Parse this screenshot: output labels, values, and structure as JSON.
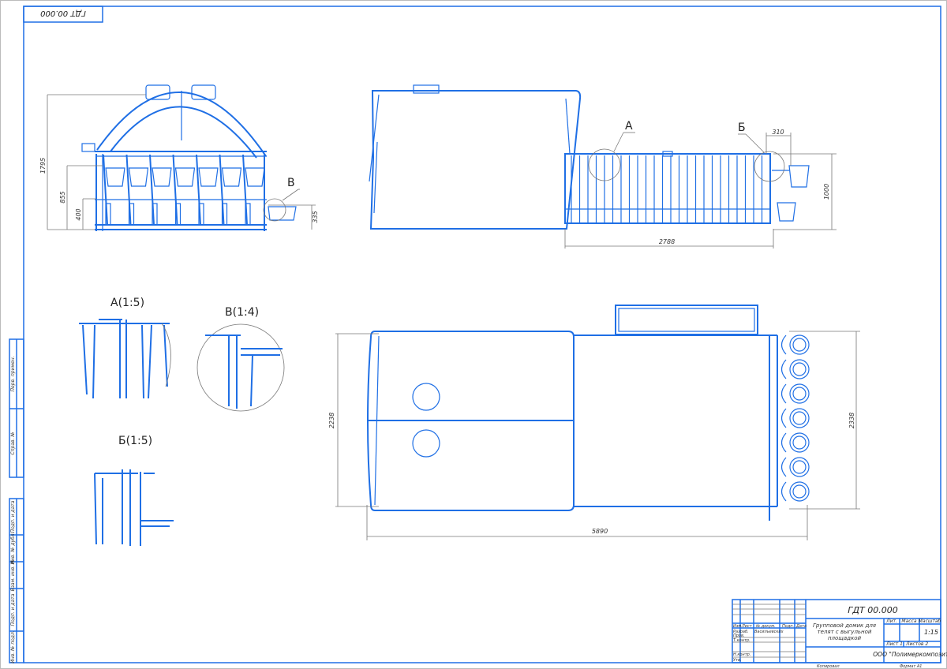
{
  "stamp_code": "ГДТ 00.000",
  "labels": {
    "A": "А",
    "B_cyr": "Б",
    "V": "В"
  },
  "views": {
    "detail_a": "А(1:5)",
    "detail_v": "В(1:4)",
    "detail_b": "Б(1:5)"
  },
  "dimensions": {
    "height_total": "1795",
    "height_855": "855",
    "height_400": "400",
    "height_335": "335",
    "length_2788": "2788",
    "width_310": "310",
    "height_1000": "1000",
    "width_2238": "2238",
    "width_2338": "2338",
    "length_5890": "5890"
  },
  "title_block": {
    "code": "ГДТ 00.000",
    "name_line1": "Групповой домик для",
    "name_line2": "телят с выгульной",
    "name_line3": "площадкой",
    "lit": "Лит.",
    "mass": "Масса",
    "scale_label": "Масштаб",
    "scale": "1:15",
    "sheet": "Лист   1",
    "sheets": "Листов   2",
    "company": "ООО \"Полимеркомпозит\"",
    "izm": "Изм.",
    "list": "Лист",
    "doc_no": "№ докум.",
    "sign": "Подп.",
    "date": "Дата",
    "developed": "Разраб.",
    "developer": "Васильевских",
    "checked": "Пров.",
    "tech_control": "Т.контр.",
    "norm_control": "Н.контр.",
    "approved": "Утв.",
    "copied": "Копировал",
    "format": "Формат   А1"
  },
  "side_strip": {
    "first_use": "Перв. примен.",
    "ref_no": "Справ. №",
    "sign_date_1": "Подп. и дата",
    "dup_inv": "Инв. № дубл.",
    "replace_inv": "Взам. инв. №",
    "sign_date_2": "Подп. и дата",
    "orig_inv": "Инв. № подл."
  }
}
